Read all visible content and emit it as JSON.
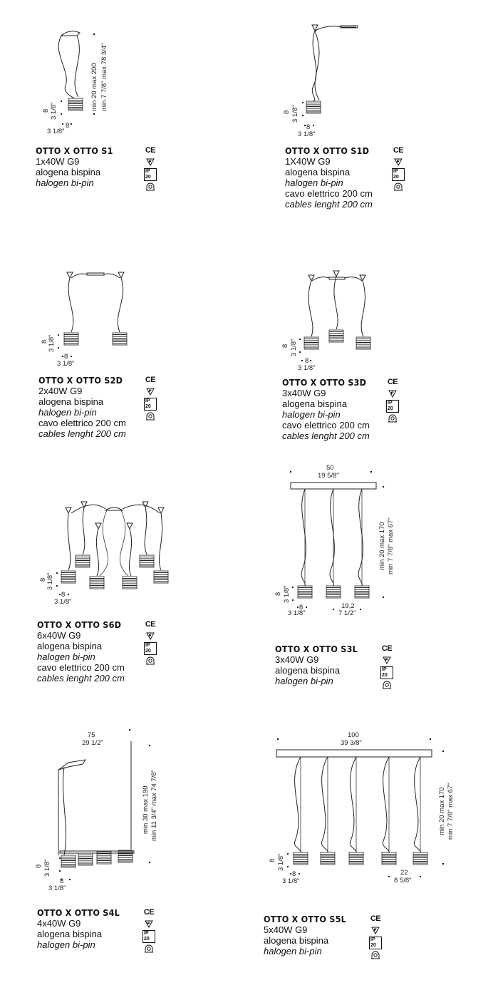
{
  "marks": {
    "ce": "CE",
    "ip": "IP 20"
  },
  "products": [
    {
      "name": "OTTO X OTTO S1",
      "lines": [
        {
          "t": "1x40W G9",
          "i": false
        },
        {
          "t": "alogena bispina",
          "i": false
        },
        {
          "t": "halogen bi-pin",
          "i": true
        }
      ],
      "dims": {
        "h1": "min 20  max 200",
        "h2": "min 7 7/8\"  max 78 3/4\"",
        "v1": "8",
        "v2": "3 1/8\"",
        "d1": "8",
        "d2": "3 1/8\""
      }
    },
    {
      "name": "OTTO X OTTO S1D",
      "lines": [
        {
          "t": "1X40W G9",
          "i": false
        },
        {
          "t": "alogena bispina",
          "i": false
        },
        {
          "t": "halogen bi-pin",
          "i": true
        },
        {
          "t": "cavo elettrico 200 cm",
          "i": false
        },
        {
          "t": "cables lenght 200 cm",
          "i": true
        }
      ],
      "dims": {
        "v1": "8",
        "v2": "3 1/8\"",
        "d1": "8",
        "d2": "3 1/8\""
      }
    },
    {
      "name": "OTTO X OTTO S2D",
      "lines": [
        {
          "t": "2x40W G9",
          "i": false
        },
        {
          "t": "alogena bispina",
          "i": false
        },
        {
          "t": "halogen bi-pin",
          "i": true
        },
        {
          "t": "cavo elettrico 200 cm",
          "i": false
        },
        {
          "t": "cables lenght 200 cm",
          "i": true
        }
      ],
      "dims": {
        "v1": "8",
        "v2": "3 1/8\"",
        "d1": "8",
        "d2": "3 1/8\""
      }
    },
    {
      "name": "OTTO X OTTO S3D",
      "lines": [
        {
          "t": "3x40W G9",
          "i": false
        },
        {
          "t": "alogena bispina",
          "i": false
        },
        {
          "t": "halogen bi-pin",
          "i": true
        },
        {
          "t": "cavo elettrico 200 cm",
          "i": false
        },
        {
          "t": "cables lenght 200 cm",
          "i": true
        }
      ],
      "dims": {
        "v1": "8",
        "v2": "3 1/8\"",
        "d1": "8",
        "d2": "3 1/8\""
      }
    },
    {
      "name": "OTTO X OTTO S6D",
      "lines": [
        {
          "t": "6x40W G9",
          "i": false
        },
        {
          "t": "alogena bispina",
          "i": false
        },
        {
          "t": "halogen bi-pin",
          "i": true
        },
        {
          "t": "cavo elettrico 200 cm",
          "i": false
        },
        {
          "t": "cables lenght 200 cm",
          "i": true
        }
      ],
      "dims": {
        "v1": "8",
        "v2": "3 1/8\"",
        "d1": "8",
        "d2": "3 1/8\""
      }
    },
    {
      "name": "OTTO X OTTO S3L",
      "lines": [
        {
          "t": "3x40W G9",
          "i": false
        },
        {
          "t": "alogena bispina",
          "i": false
        },
        {
          "t": "halogen bi-pin",
          "i": true
        }
      ],
      "dims": {
        "w1": "50",
        "w2": "19 5/8\"",
        "h1": "min 20  max 170",
        "h2": "min 7 7/8\"  max 67\"",
        "v1": "8",
        "v2": "3 1/8\"",
        "d1": "8",
        "d2": "3 1/8\"",
        "s1": "19,2",
        "s2": "7 1/2\""
      }
    },
    {
      "name": "OTTO X OTTO S4L",
      "lines": [
        {
          "t": "4x40W G9",
          "i": false
        },
        {
          "t": "alogena bispina",
          "i": false
        },
        {
          "t": "halogen bi-pin",
          "i": true
        }
      ],
      "dims": {
        "w1": "75",
        "w2": "29 1/2\"",
        "h1": "min 30  max 190",
        "h2": "min 11 3/4\"  max 74 7/8\"",
        "v1": "8",
        "v2": "3 1/8\"",
        "d1": "8",
        "d2": "3 1/8\""
      }
    },
    {
      "name": "OTTO X OTTO S5L",
      "lines": [
        {
          "t": "5x40W G9",
          "i": false
        },
        {
          "t": "alogena bispina",
          "i": false
        },
        {
          "t": "halogen bi-pin",
          "i": true
        }
      ],
      "dims": {
        "w1": "100",
        "w2": "39 3/8\"",
        "h1": "min 20  max 170",
        "h2": "min 7 7/8\"  max 67\"",
        "v1": "8",
        "v2": "3 1/8\"",
        "d1": "8",
        "d2": "3 1/8\"",
        "s1": "22",
        "s2": "8 5/8\""
      }
    }
  ]
}
